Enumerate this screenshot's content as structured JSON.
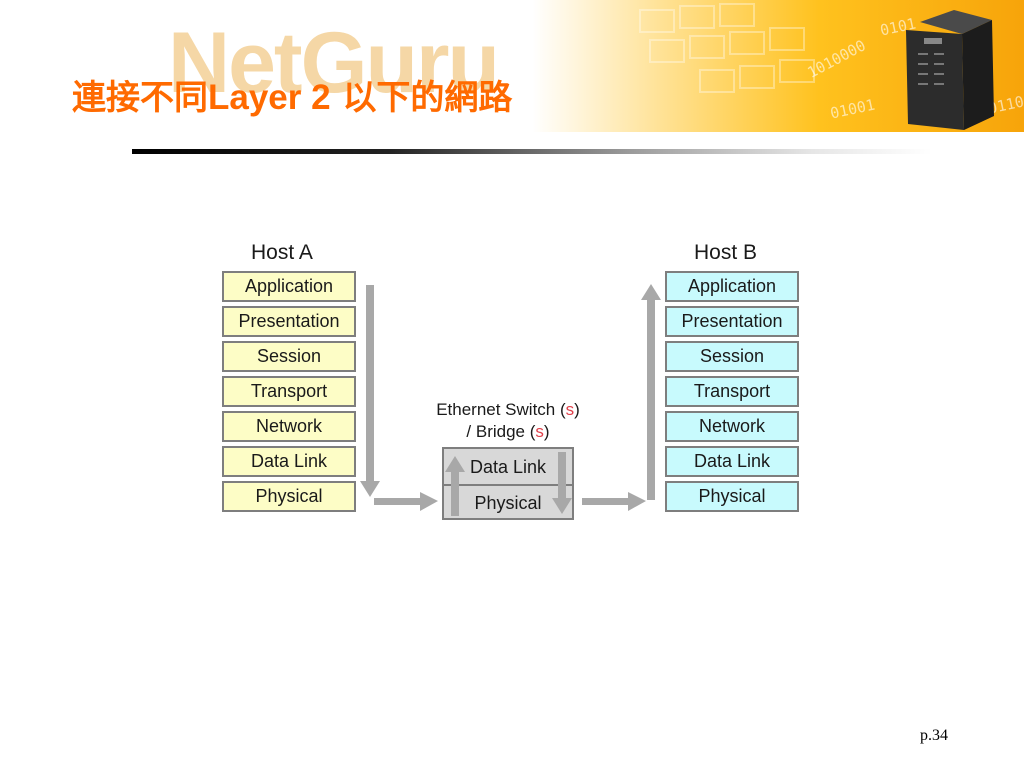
{
  "slide": {
    "title_prefix": "連接不同",
    "title_latin": "Layer 2",
    "title_suffix": "以下的網路",
    "watermark": "NetGuru",
    "page_number": "p.34"
  },
  "banner_bits": [
    "0101",
    "1010000",
    "0110",
    "01001"
  ],
  "host_a": {
    "label": "Host A",
    "layers": [
      "Application",
      "Presentation",
      "Session",
      "Transport",
      "Network",
      "Data Link",
      "Physical"
    ]
  },
  "host_b": {
    "label": "Host B",
    "layers": [
      "Application",
      "Presentation",
      "Session",
      "Transport",
      "Network",
      "Data Link",
      "Physical"
    ]
  },
  "switch": {
    "caption_line1_pre": "Ethernet Switch (",
    "caption_line2_pre": "/ Bridge (",
    "caption_s": "s",
    "caption_close": ")",
    "layers": [
      "Data Link",
      "Physical"
    ]
  },
  "colors": {
    "title": "#ff6a00",
    "host_a_fill": "#fdfdc6",
    "host_b_fill": "#c8fafd",
    "switch_fill": "#d8d8d8",
    "arrow": "#a8a8a8",
    "highlight_s": "#e0404a"
  }
}
